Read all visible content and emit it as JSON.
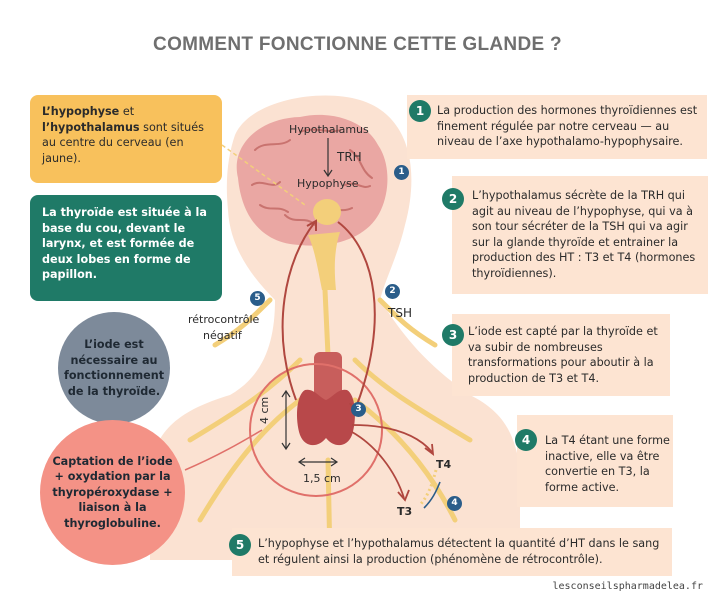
{
  "title": "COMMENT FONCTIONNE CETTE GLANDE ?",
  "left_boxes": {
    "hypophyse_bold_1": "L’hypophyse",
    "hypophyse_mid": " et ",
    "hypophyse_bold_2": "l’hypothalamus",
    "hypophyse_rest": " sont situés au centre du cerveau (en jaune).",
    "thyroide_bold": "La thyroïde",
    "thyroide_rest": " est située à la base du cou, devant le larynx, et est formée de deux lobes en forme de papillon.",
    "iode": "L’iode est nécessaire au fonctionnement de la thyroïde.",
    "captation": "Captation de l’iode + oxydation par la thyropéroxydase + liaison à la thyroglobuline."
  },
  "steps": [
    {
      "num": "1",
      "text": "La production des hormones thyroïdiennes est finement régulée par notre cerveau — au niveau de l’axe hypothalamo-hypophysaire."
    },
    {
      "num": "2",
      "text": "L’hypothalamus sécrète de la TRH qui agit au niveau de l’hypophyse, qui va à son tour sécréter de la TSH qui va agir sur la glande thyroïde et entrainer la production des HT : T3 et T4 (hormones thyroïdiennes)."
    },
    {
      "num": "3",
      "text": "L’iode est capté par la thyroïde et va subir de nombreuses transformations pour aboutir à la production de T3 et T4."
    },
    {
      "num": "4",
      "text": "La T4 étant une forme inactive, elle va être convertie en T3, la forme active."
    },
    {
      "num": "5",
      "text": "L’hypophyse et l’hypothalamus détectent la quantité d’HT dans le sang et régulent ainsi la production (phénomène de rétrocontrôle)."
    }
  ],
  "labels": {
    "hypothalamus": "Hypothalamus",
    "trh": "TRH",
    "hypophyse": "Hypophyse",
    "tsh": "TSH",
    "retro_1": "rétrocontrôle",
    "retro_2": "négatif",
    "height": "4 cm",
    "width": "1,5 cm",
    "t4": "T4",
    "t3": "T3"
  },
  "mini_badges": {
    "b1": "1",
    "b2": "2",
    "b3": "3",
    "b4": "4",
    "b5": "5"
  },
  "footer": "lesconseilspharmadelea.fr",
  "colors": {
    "title": "#6f6f6f",
    "yellow_box": "#f8c15c",
    "green_box": "#1f7a67",
    "peach_box": "#fde4d2",
    "grey_circle": "#7d8a9a",
    "salmon_circle": "#f49286",
    "brain": "#e8a4a0",
    "thyroid": "#b8484a",
    "arrow": "#b0473f",
    "nerve": "#f3cf7a"
  }
}
